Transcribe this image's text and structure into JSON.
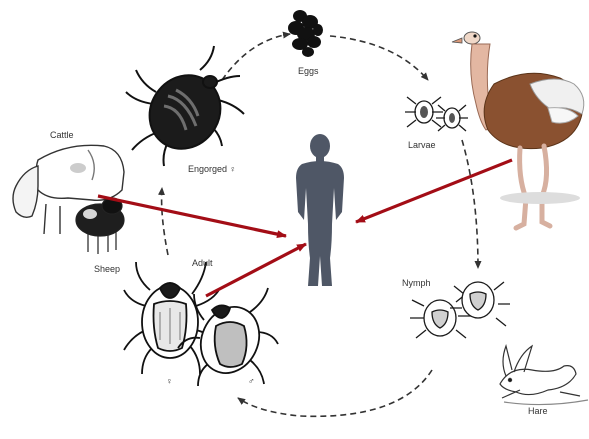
{
  "labels": {
    "eggs": "Eggs",
    "larvae": "Larvae",
    "engorged": "Engorged ♀",
    "cattle": "Cattle",
    "sheep": "Sheep",
    "adult": "Adult",
    "female": "♀",
    "male": "♂",
    "nymph": "Nymph",
    "hare": "Hare"
  },
  "colors": {
    "arrow": "#a30d16",
    "cycle": "#333333",
    "human": "#4f5766",
    "ostrich_body": "#8a5130",
    "ostrich_neck": "#e3b7a2",
    "ostrich_wing": "#f0f0f0"
  }
}
